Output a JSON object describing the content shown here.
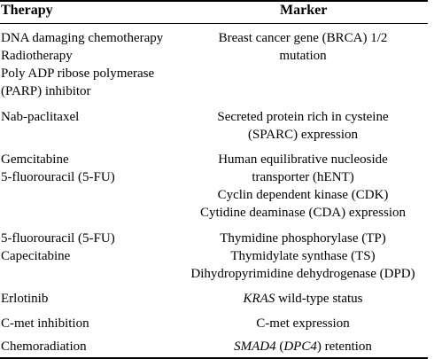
{
  "table": {
    "headers": {
      "therapy": "Therapy",
      "marker": "Marker"
    },
    "rows": [
      {
        "therapy": [
          "DNA damaging chemotherapy",
          "Radiotherapy",
          "Poly ADP ribose polymerase",
          "(PARP) inhibitor"
        ],
        "marker": [
          "Breast cancer gene (BRCA) 1/2",
          "mutation"
        ]
      },
      {
        "therapy": [
          "Nab-paclitaxel"
        ],
        "marker": [
          "Secreted protein rich in cysteine",
          "(SPARC) expression"
        ]
      },
      {
        "therapy": [
          "Gemcitabine",
          "5-fluorouracil (5-FU)"
        ],
        "marker": [
          "Human equilibrative nucleoside",
          "transporter (hENT)",
          "Cyclin dependent kinase (CDK)",
          "Cytidine deaminase (CDA) expression"
        ]
      },
      {
        "therapy": [
          "5-fluorouracil (5-FU)",
          "Capecitabine"
        ],
        "marker": [
          "Thymidine phosphorylase (TP)",
          "Thymidylate synthase (TS)",
          "Dihydropyrimidine dehydrogenase (DPD)"
        ]
      },
      {
        "therapy": [
          "Erlotinib"
        ],
        "marker_parts": {
          "italic": "KRAS",
          "rest": " wild-type status"
        }
      },
      {
        "therapy": [
          "C-met inhibition"
        ],
        "marker": [
          "C-met expression"
        ]
      },
      {
        "therapy": [
          "Chemoradiation"
        ],
        "marker_parts2": {
          "italic1": "SMAD4",
          "open": " (",
          "italic2": "DPC4",
          "close": ") retention"
        }
      }
    ]
  }
}
